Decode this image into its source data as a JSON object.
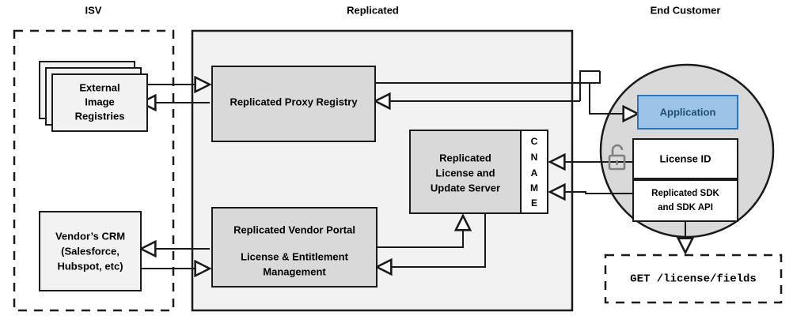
{
  "diagram": {
    "title_bar": {
      "zones": [
        {
          "id": "isv",
          "label": "ISV"
        },
        {
          "id": "replicated",
          "label": "Replicated"
        },
        {
          "id": "end_customer",
          "label": "End Customer"
        }
      ]
    },
    "isv_zone": {
      "style": "dashed-container",
      "nodes": [
        {
          "id": "external-image-registries",
          "label_lines": [
            "External",
            "Image",
            "Registries"
          ],
          "shape": "stacked-rectangles",
          "fill": "#F2F2F2"
        },
        {
          "id": "vendors-crm",
          "label_lines": [
            "Vendor’s CRM",
            "(Salesforce,",
            "Hubspot, etc)"
          ],
          "shape": "rectangle",
          "fill": "#F2F2F2"
        }
      ]
    },
    "replicated_zone": {
      "style": "solid-container",
      "fill": "#F2F2F2",
      "nodes": [
        {
          "id": "replicated-proxy-registry",
          "label_lines": [
            "Replicated Proxy Registry"
          ],
          "fill": "#D9D9D9"
        },
        {
          "id": "replicated-license-update-server",
          "label_lines": [
            "Replicated",
            "License and",
            "Update Server"
          ],
          "fill": "#D9D9D9"
        },
        {
          "id": "cname",
          "label_letters": [
            "C",
            "N",
            "A",
            "M",
            "E"
          ],
          "fill": "#FFFFFF"
        },
        {
          "id": "replicated-vendor-portal",
          "label_lines": [
            "Replicated Vendor Portal",
            "License & Entitlement",
            "Management"
          ],
          "fill": "#D9D9D9"
        }
      ]
    },
    "end_customer_zone": {
      "style": "circle",
      "fill": "#D9D9D9",
      "nodes": [
        {
          "id": "application",
          "label_lines": [
            "Application"
          ],
          "fill": "#9DC3E6",
          "stroke": "#2E75B6",
          "text_color": "#1F4E79"
        },
        {
          "id": "license-id",
          "label_lines": [
            "License ID"
          ],
          "fill": "#FFFFFF"
        },
        {
          "id": "replicated-sdk",
          "label_lines": [
            "Replicated SDK",
            "and SDK API"
          ],
          "fill": "#FFFFFF"
        }
      ],
      "icons": [
        {
          "id": "unlocked-padlock",
          "name": "unlock-icon",
          "color": "#808080"
        }
      ],
      "external_note": {
        "id": "license-fields-endpoint",
        "label": "GET /license/fields",
        "style": "dashed-rectangle",
        "font": "monospace"
      }
    },
    "colors": {
      "container_fill": "#F2F2F2",
      "node_fill": "#D9D9D9",
      "white_fill": "#FFFFFF",
      "accent_blue_fill": "#9DC3E6",
      "accent_blue_stroke": "#2E75B6",
      "accent_blue_text": "#1F4E79",
      "line": "#1A1A1A",
      "icon_grey": "#808080"
    }
  }
}
